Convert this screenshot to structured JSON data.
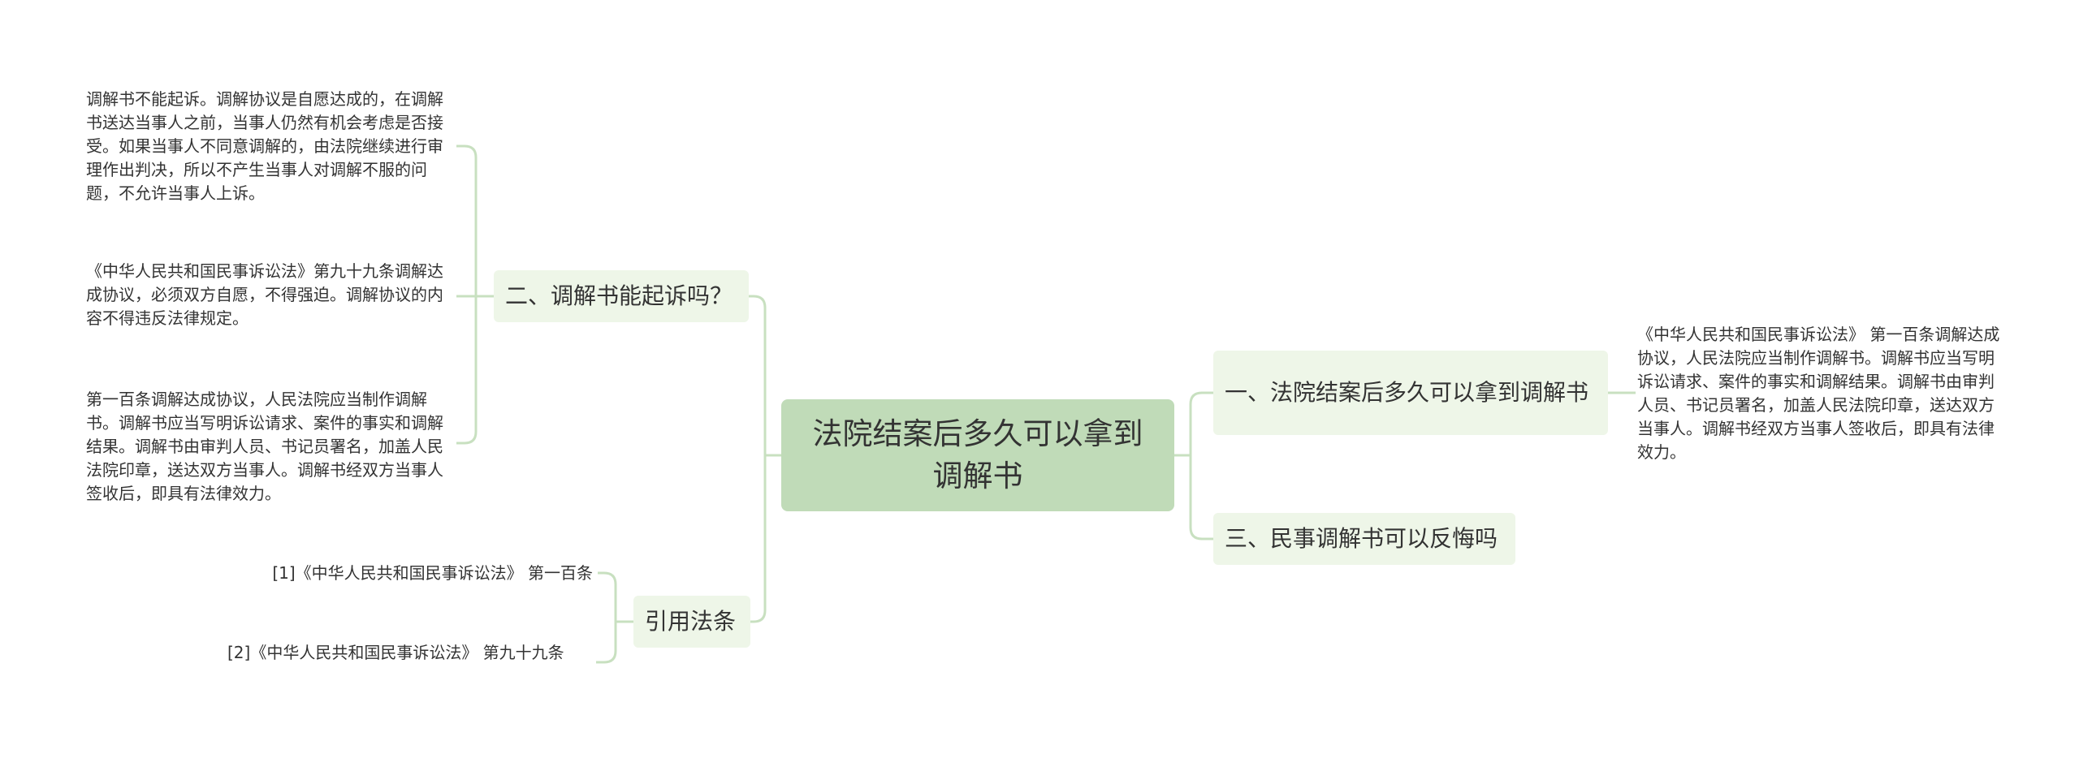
{
  "root": {
    "label": "法院结案后多久可以拿到调解书"
  },
  "branches": {
    "b1": {
      "label": "一、法院结案后多久可以拿到调解书"
    },
    "b2": {
      "label": "二、调解书能起诉吗？"
    },
    "b3": {
      "label": "三、民事调解书可以反悔吗"
    },
    "b4": {
      "label": "引用法条"
    }
  },
  "leaves": {
    "b1_1": "《中华人民共和国民事诉讼法》 第一百条调解达成协议，人民法院应当制作调解书。调解书应当写明诉讼请求、案件的事实和调解结果。调解书由审判人员、书记员署名，加盖人民法院印章，送达双方当事人。调解书经双方当事人签收后，即具有法律效力。",
    "b2_1": "调解书不能起诉。调解协议是自愿达成的，在调解书送达当事人之前，当事人仍然有机会考虑是否接受。如果当事人不同意调解的，由法院继续进行审理作出判决，所以不产生当事人对调解不服的问题，不允许当事人上诉。",
    "b2_2": "《中华人民共和国民事诉讼法》第九十九条调解达成协议，必须双方自愿，不得强迫。调解协议的内容不得违反法律规定。",
    "b2_3": "第一百条调解达成协议，人民法院应当制作调解书。调解书应当写明诉讼请求、案件的事实和调解结果。调解书由审判人员、书记员署名，加盖人民法院印章，送达双方当事人。调解书经双方当事人签收后，即具有法律效力。",
    "b4_1": "[1]《中华人民共和国民事诉讼法》 第一百条",
    "b4_2": "[2]《中华人民共和国民事诉讼法》 第九十九条"
  },
  "colors": {
    "root_fill": "#c0dbb8",
    "branch_fill": "#eef6e8",
    "connector": "#c8e0c0",
    "text": "#333333"
  }
}
